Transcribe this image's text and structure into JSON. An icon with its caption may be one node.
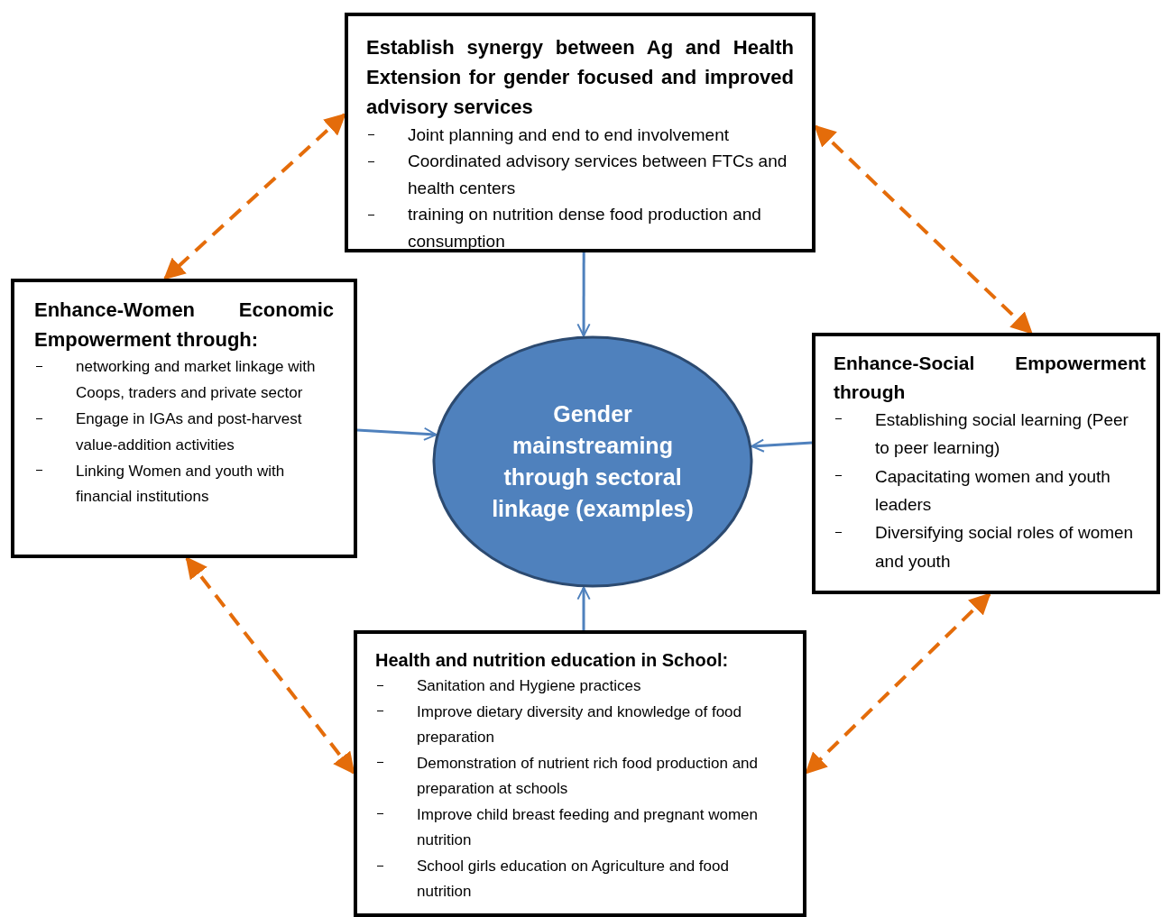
{
  "diagram": {
    "nodes": [
      {
        "text": [
          "Establish synergy between Ag and Health Extension for gender focused and improved advisory services",
          "Joint planning and end to end involvement",
          "Coordinated advisory services between FTCs and health centers",
          "training on nutrition dense food production and consumption"
        ]
      },
      {
        "text": [
          "**Enhance-Women Economic Empowerment through**:",
          "networking and market linkage with Coops, traders and private sector",
          "Engage in IGAs and post-harvest value-addition activities",
          "Linking Women and youth with financial institutions"
        ]
      },
      {
        "text": [
          "Gender mainstreaming through sectoral linkage (examples)"
        ]
      },
      {
        "text": [
          "Enhance-Social Empowerment through",
          "Establishing social learning (Peer to peer learning)",
          "Capacitating women and youth leaders",
          "Diversifying social roles of women and youth"
        ]
      },
      {
        "text": [
          "Health and nutrition education in School:",
          "Sanitation and Hygiene practices",
          "Improve dietary diversity and knowledge of food preparation",
          "Demonstration of nutrient rich food production and preparation at schools",
          "Improve child breast feeding and pregnant women nutrition",
          "School girls education on Agriculture and food nutrition"
        ]
      }
    ],
    "edges": [
      {
        "from": 0,
        "to": 2,
        "arrow": "to"
      },
      {
        "from": 1,
        "to": 2,
        "arrow": "to"
      },
      {
        "from": 3,
        "to": 2,
        "arrow": "to"
      },
      {
        "from": 4,
        "to": 2,
        "arrow": "to"
      },
      {
        "from": 0,
        "to": 1,
        "arrow": "both",
        "style": "dashed",
        "color": "#e46c0a"
      },
      {
        "from": 0,
        "to": 3,
        "arrow": "both",
        "style": "dashed",
        "color": "#e46c0a"
      },
      {
        "from": 1,
        "to": 4,
        "arrow": "both",
        "style": "dashed",
        "color": "#e46c0a"
      },
      {
        "from": 3,
        "to": 4,
        "arrow": "both",
        "style": "dashed",
        "color": "#e46c0a"
      }
    ]
  }
}
